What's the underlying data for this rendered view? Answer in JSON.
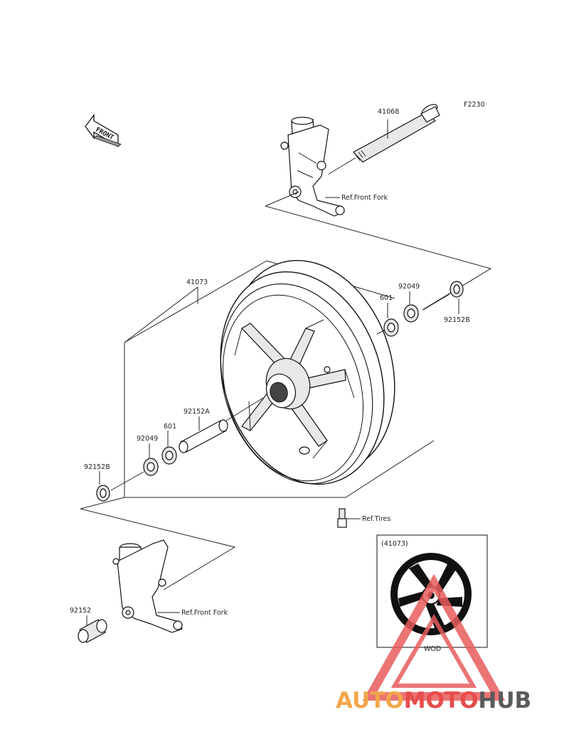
{
  "diagram": {
    "figure_code": "F2230",
    "front_arrow_label": "FRONT",
    "callouts": {
      "axle": "41068",
      "ref_front_fork_top": "Ref.Front Fork",
      "wheel": "41073",
      "bearing_right": "601",
      "seal_right": "92049",
      "collar_right": "92152B",
      "spacer": "92152A",
      "bearing_left": "601",
      "seal_left": "92049",
      "collar_left": "92152B",
      "ref_tires": "Ref.Tires",
      "collar_bottom": "92152",
      "ref_front_fork_bottom": "Ref.Front Fork"
    },
    "inset": {
      "part_ref": "(41073)",
      "color_code": "WOD"
    }
  },
  "watermark": {
    "part1": "AUTO",
    "part2": "MOTO",
    "part3": "HUB",
    "colors": {
      "orange": "#f2a74a",
      "red": "#e74c4c",
      "gray": "#5a5a5a",
      "triangle": "#e85c5c"
    }
  }
}
